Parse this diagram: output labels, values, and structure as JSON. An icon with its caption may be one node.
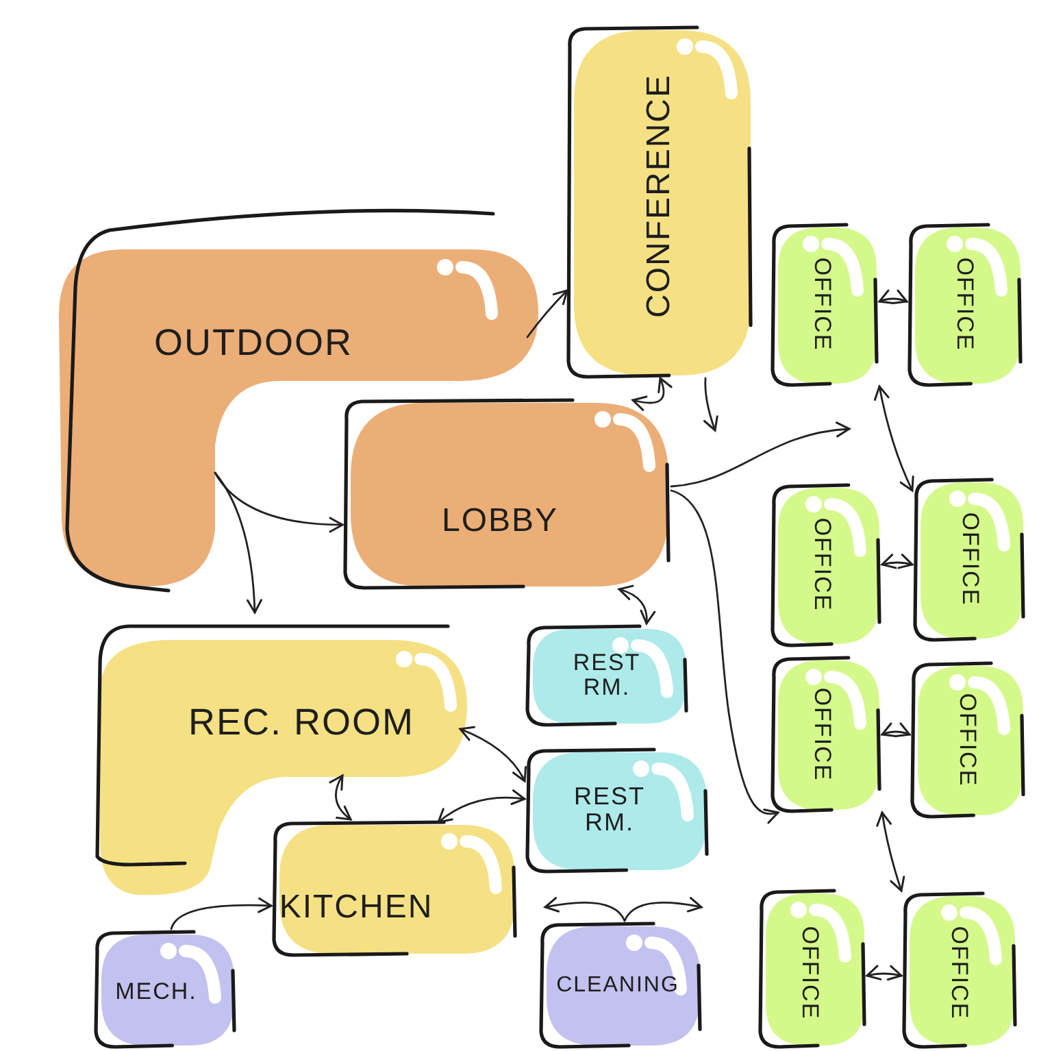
{
  "diagram": {
    "nodes": [
      {
        "text": [
          "OUTDOOR"
        ]
      },
      {
        "text": [
          "CONFERENCE"
        ]
      },
      {
        "text": [
          "LOBBY"
        ]
      },
      {
        "text": [
          "REST RM."
        ]
      },
      {
        "text": [
          "REC. ROOM"
        ]
      },
      {
        "text": [
          "REST RM."
        ]
      },
      {
        "text": [
          "KITCHEN"
        ]
      },
      {
        "text": [
          "MECH."
        ]
      },
      {
        "text": [
          "CLEANING"
        ]
      },
      {
        "text": [
          "OFFICE"
        ]
      },
      {
        "text": [
          "OFFICE"
        ]
      },
      {
        "text": [
          "OFFICE"
        ]
      },
      {
        "text": [
          "OFFICE"
        ]
      },
      {
        "text": [
          "OFFICE"
        ]
      },
      {
        "text": [
          "OFFICE"
        ]
      },
      {
        "text": [
          "OFFICE"
        ]
      },
      {
        "text": [
          "OFFICE"
        ]
      }
    ],
    "edges": [
      {
        "from": 0,
        "to": 1,
        "arrow": "to"
      },
      {
        "from": 1,
        "to": 2,
        "arrow": "both"
      },
      {
        "from": 1,
        "to": null,
        "arrow": "to"
      },
      {
        "from": 0,
        "to": null,
        "arrow": "to"
      },
      {
        "from": 0,
        "to": 2,
        "arrow": "to"
      },
      {
        "from": 2,
        "to": null,
        "arrow": "to"
      },
      {
        "from": 2,
        "to": 13,
        "arrow": "to"
      },
      {
        "from": 2,
        "to": 3,
        "arrow": "both"
      },
      {
        "from": 4,
        "to": 5,
        "arrow": "both"
      },
      {
        "from": 4,
        "to": 6,
        "arrow": "both"
      },
      {
        "from": 6,
        "to": 5,
        "arrow": "both"
      },
      {
        "from": 7,
        "to": 6,
        "arrow": "to"
      },
      {
        "from": 8,
        "to": null,
        "arrow": "to"
      },
      {
        "from": 8,
        "to": null,
        "arrow": "to"
      },
      {
        "from": 9,
        "to": 10,
        "arrow": "both"
      },
      {
        "from": 11,
        "to": 12,
        "arrow": "both"
      },
      {
        "from": 13,
        "to": 14,
        "arrow": "both"
      },
      {
        "from": 15,
        "to": 16,
        "arrow": "both"
      },
      {
        "from": 9,
        "to": 12,
        "arrow": "both"
      },
      {
        "from": 13,
        "to": 16,
        "arrow": "both"
      }
    ]
  }
}
